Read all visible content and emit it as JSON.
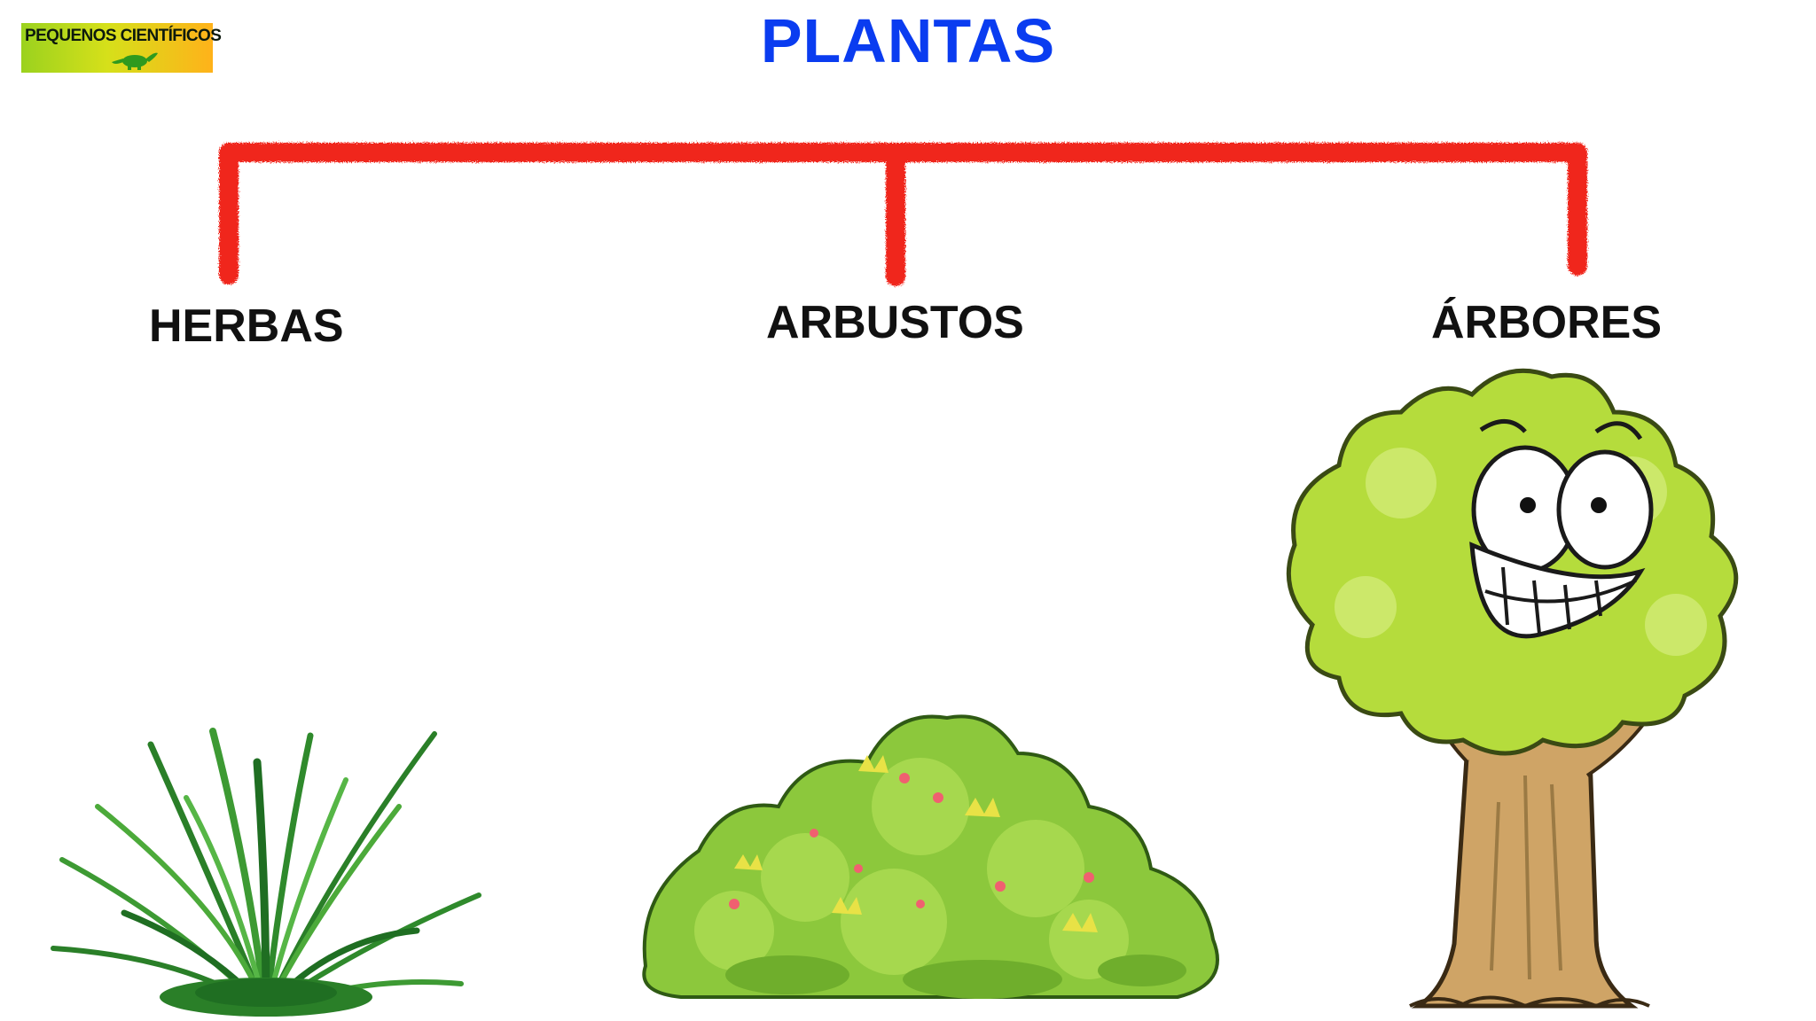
{
  "logo": {
    "text": "PEQUENOS CIENTÍFICOS"
  },
  "title": "PLANTAS",
  "categories": [
    {
      "label": "HERBAS",
      "icon": "grass-icon"
    },
    {
      "label": "ARBUSTOS",
      "icon": "bush-icon"
    },
    {
      "label": "ÁRBORES",
      "icon": "tree-icon"
    }
  ],
  "colors": {
    "title": "#0a3cf0",
    "connector": "#f0281e",
    "grass": "#2e8a2a",
    "bush": "#8cc83c",
    "tree_foliage": "#b5dc3c",
    "tree_trunk": "#cfa466"
  }
}
